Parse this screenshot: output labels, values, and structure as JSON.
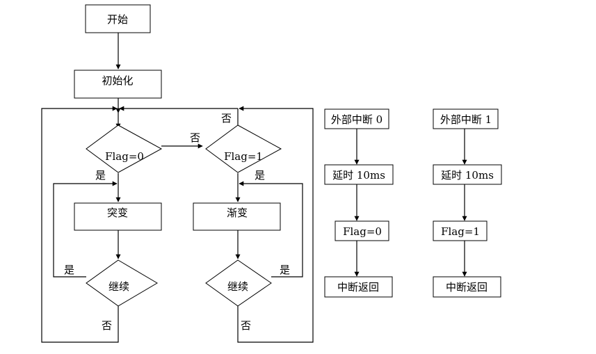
{
  "main": {
    "start": "开始",
    "init": "初始化",
    "flag0": "Flag=0",
    "flag1": "Flag=1",
    "sudden": "突变",
    "gradual": "渐变",
    "continue_left": "继续",
    "continue_right": "继续",
    "yes": "是",
    "no": "否"
  },
  "interrupt0": {
    "title": "外部中断 0",
    "delay": "延时 10ms",
    "set_flag": "Flag=0",
    "return": "中断返回"
  },
  "interrupt1": {
    "title": "外部中断 1",
    "delay": "延时 10ms",
    "set_flag": "Flag=1",
    "return": "中断返回"
  }
}
